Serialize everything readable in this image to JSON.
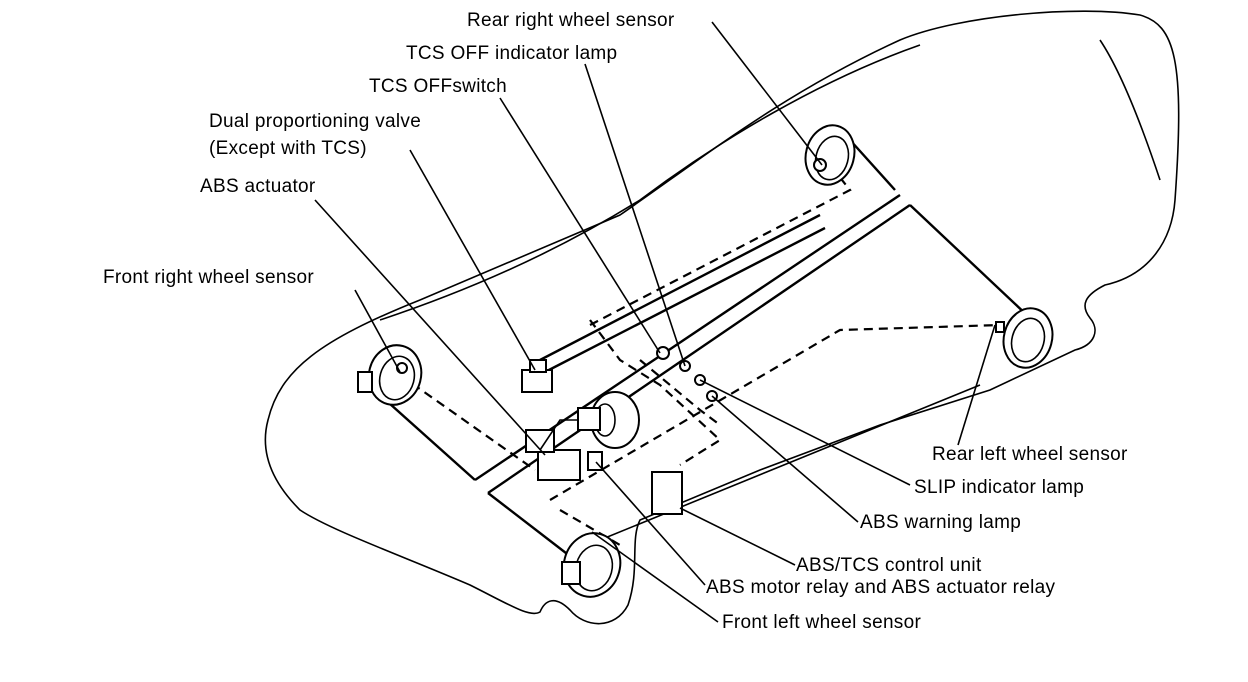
{
  "labels": {
    "rear_right_wheel_sensor": "Rear right wheel sensor",
    "tcs_off_indicator_lamp": "TCS OFF indicator lamp",
    "tcs_off_switch": "TCS OFFswitch",
    "dual_proportioning_valve_line1": "Dual proportioning valve",
    "dual_proportioning_valve_line2": "(Except with TCS)",
    "abs_actuator": "ABS actuator",
    "front_right_wheel_sensor": "Front right wheel sensor",
    "rear_left_wheel_sensor": "Rear left wheel sensor",
    "slip_indicator_lamp": "SLIP indicator lamp",
    "abs_warning_lamp": "ABS warning lamp",
    "abs_tcs_control_unit": "ABS/TCS control unit",
    "abs_motor_relay": "ABS motor relay and ABS actuator relay",
    "front_left_wheel_sensor": "Front left wheel sensor"
  },
  "colors": {
    "line": "#000000",
    "background": "#ffffff"
  }
}
